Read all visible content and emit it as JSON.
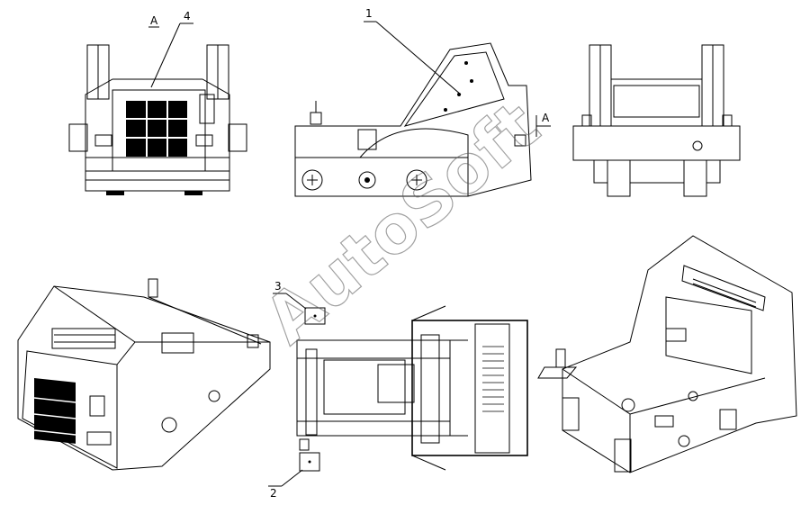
{
  "watermark": "AutoSoft",
  "view_marks": {
    "top_section_label": "A",
    "arrow_label": "A"
  },
  "callouts": {
    "c1": "1",
    "c2": "2",
    "c3": "3",
    "c4": "4"
  }
}
